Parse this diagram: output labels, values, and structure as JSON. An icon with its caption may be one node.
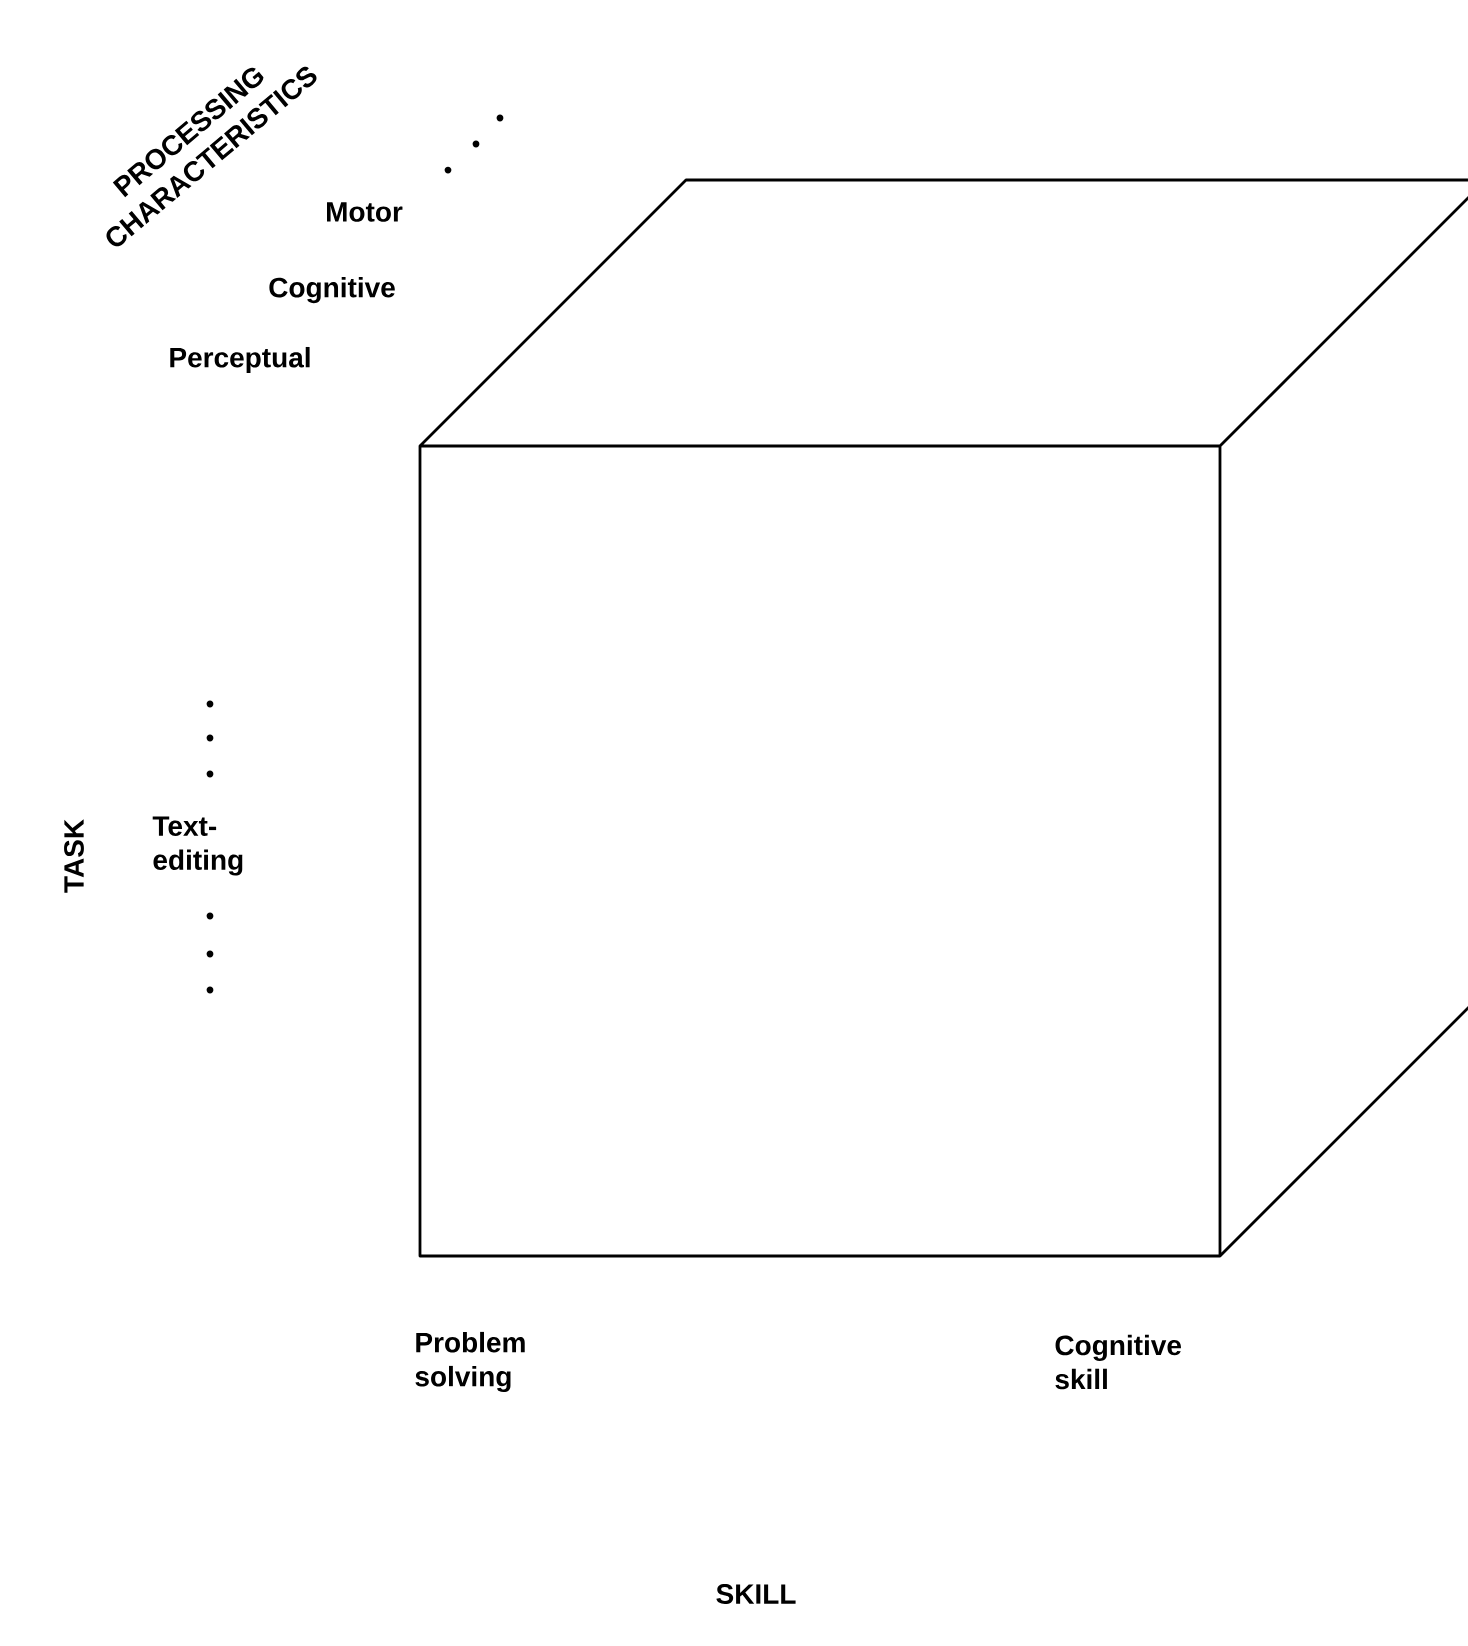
{
  "diagram": {
    "labels": [
      "PROCESSING CHARACTERISTICS",
      "Motor",
      "Cognitive",
      "Perceptual",
      "TASK",
      "Text-editing",
      "Problem solving",
      "Cognitive skill",
      "SKILL"
    ]
  }
}
